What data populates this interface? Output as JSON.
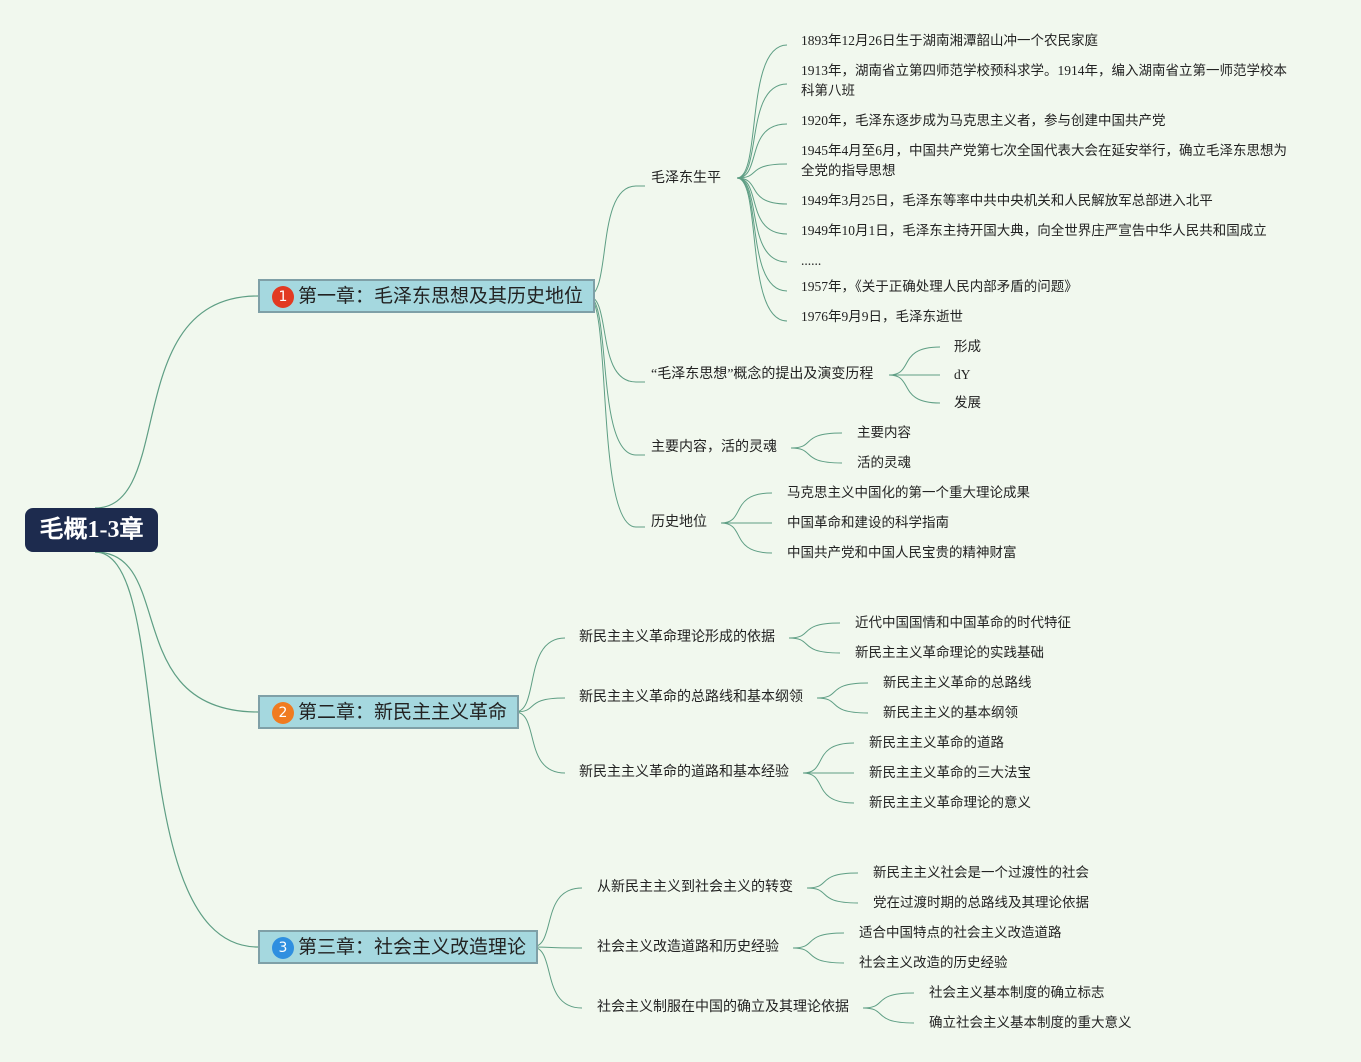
{
  "root": {
    "title": "毛概1-3章"
  },
  "chapters": [
    {
      "badge": "1",
      "title": "第一章：毛泽东思想及其历史地位",
      "topics": [
        {
          "label": "毛泽东生平",
          "items": [
            "1893年12月26日生于湖南湘潭韶山冲一个农民家庭",
            "1913年，湖南省立第四师范学校预科求学。1914年，编入湖南省立第一师范学校本科第八班",
            "1920年，毛泽东逐步成为马克思主义者，参与创建中国共产党",
            "1945年4月至6月，中国共产党第七次全国代表大会在延安举行，确立毛泽东思想为全党的指导思想",
            "1949年3月25日，毛泽东等率中共中央机关和人民解放军总部进入北平",
            "1949年10月1日，毛泽东主持开国大典，向全世界庄严宣告中华人民共和国成立",
            "......",
            "1957年，《关于正确处理人民内部矛盾的问题》",
            "1976年9月9日，毛泽东逝世"
          ]
        },
        {
          "label": "“毛泽东思想”概念的提出及演变历程",
          "items": [
            "形成",
            "dY",
            "发展"
          ]
        },
        {
          "label": "主要内容，活的灵魂",
          "items": [
            "主要内容",
            "活的灵魂"
          ]
        },
        {
          "label": "历史地位",
          "items": [
            "马克思主义中国化的第一个重大理论成果",
            "中国革命和建设的科学指南",
            "中国共产党和中国人民宝贵的精神财富"
          ]
        }
      ]
    },
    {
      "badge": "2",
      "title": "第二章：新民主主义革命",
      "topics": [
        {
          "label": "新民主主义革命理论形成的依据",
          "items": [
            "近代中国国情和中国革命的时代特征",
            "新民主主义革命理论的实践基础"
          ]
        },
        {
          "label": "新民主主义革命的总路线和基本纲领",
          "items": [
            "新民主主义革命的总路线",
            "新民主主义的基本纲领"
          ]
        },
        {
          "label": "新民主主义革命的道路和基本经验",
          "items": [
            "新民主主义革命的道路",
            "新民主主义革命的三大法宝",
            "新民主主义革命理论的意义"
          ]
        }
      ]
    },
    {
      "badge": "3",
      "title": "第三章：社会主义改造理论",
      "topics": [
        {
          "label": "从新民主主义到社会主义的转变",
          "items": [
            "新民主主义社会是一个过渡性的社会",
            "党在过渡时期的总路线及其理论依据"
          ]
        },
        {
          "label": "社会主义改造道路和历史经验",
          "items": [
            "适合中国特点的社会主义改造道路",
            "社会主义改造的历史经验"
          ]
        },
        {
          "label": "社会主义制服在中国的确立及其理论依据",
          "items": [
            "社会主义基本制度的确立标志",
            "确立社会主义基本制度的重大意义"
          ]
        }
      ]
    }
  ]
}
